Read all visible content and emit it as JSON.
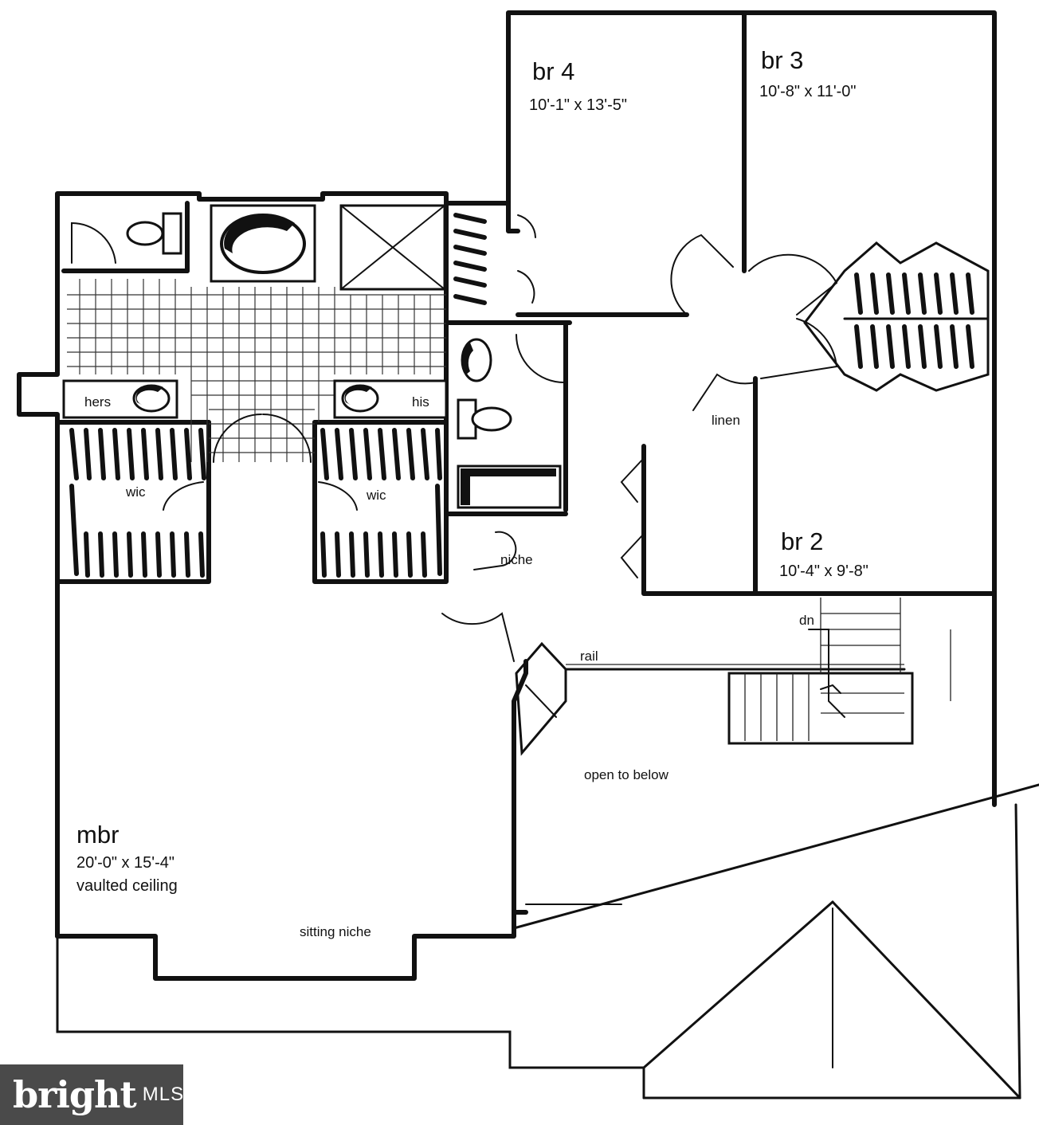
{
  "rooms": {
    "br4": {
      "name": "br 4",
      "dims": "10'-1\" x 13'-5\""
    },
    "br3": {
      "name": "br 3",
      "dims": "10'-8\" x 11'-0\""
    },
    "br2": {
      "name": "br 2",
      "dims": "10'-4\" x 9'-8\""
    },
    "mbr": {
      "name": "mbr",
      "dims": "20'-0\" x 15'-4\"",
      "note": "vaulted ceiling"
    }
  },
  "labels": {
    "hers": "hers",
    "his": "his",
    "wic_left": "wic",
    "wic_right": "wic",
    "linen": "linen",
    "niche": "niche",
    "rail": "rail",
    "dn": "dn",
    "open_to_below": "open to below",
    "sitting_niche": "sitting niche"
  },
  "watermark": {
    "brand": "bright",
    "suffix": "MLS",
    "accent_color": "#d8492e",
    "background": "#4a4a4a"
  }
}
